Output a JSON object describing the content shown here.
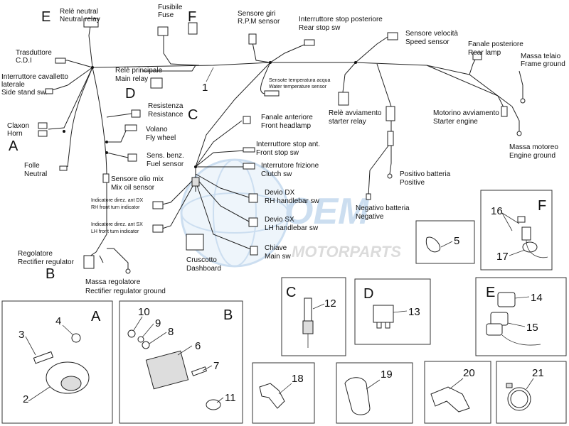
{
  "diagram": {
    "labels": {
      "tras_it": "Trasduttore",
      "tras_en": "C.D.I",
      "side_it1": "Interruttore cavalletto",
      "side_it2": "laterale",
      "side_en": "Side stand sw.",
      "horn_it": "Claxon",
      "horn_en": "Horn",
      "folle_it": "Folle",
      "folle_en": "Neutral",
      "neutral_relay_it": "Relè neutral",
      "neutral_relay_en": "Neutral relay",
      "fuse_it": "Fusibile",
      "fuse_en": "Fuse",
      "rpm_it": "Sensore giri",
      "rpm_en": "R.P.M sensor",
      "rearstop_it": "Interruttore stop posteriore",
      "rearstop_en": "Rear stop sw",
      "speed_it": "Sensore velocità",
      "speed_en": "Speed sensor",
      "rearlamp_it": "Fanale posteriore",
      "rearlamp_en": "Rear lamp",
      "frameground_it": "Massa telaio",
      "frameground_en": "Frame ground",
      "mainrelay_it": "Relè principale",
      "mainrelay_en": "Main relay",
      "watertemp_it": "Sensote temperatura acqua",
      "watertemp_en": "Water temperature sensor",
      "resistance_it": "Resistenza",
      "resistance_en": "Resistance",
      "flywheel_it": "Volano",
      "flywheel_en": "Fly wheel",
      "fuel_it": "Sens. benz.",
      "fuel_en": "Fuel sensor",
      "oil_it": "Sensore olio mix",
      "oil_en": "Mix oil sensor",
      "rh_ind_it": "Indicatore direz. ant DX",
      "rh_ind_en": "RH front turn indicator",
      "lh_ind_it": "Indicatore direz. ant SX",
      "lh_ind_en": "LH front turn indicator",
      "regulator_it": "Regolatore",
      "regulator_en": "Rectifier regulator",
      "regground_it": "Massa regolatore",
      "regground_en": "Rectifier regulator ground",
      "dashboard_it": "Cruscotto",
      "dashboard_en": "Dashboard",
      "headlamp_it": "Fanale anteriore",
      "headlamp_en": "Front headlamp",
      "frontstop_it": "Interruttore stop ant.",
      "frontstop_en": "Front stop sw",
      "clutch_it": "Interrutore frizione",
      "clutch_en": "Clutch sw",
      "devio_dx_it": "Devio DX",
      "devio_dx_en": "RH handlebar sw",
      "devio_sx_it": "Devio SX",
      "devio_sx_en": "LH handlebar sw",
      "key_it": "Chiave",
      "key_en": "Main sw",
      "starterrelay_it": "Relè avviamento",
      "starterrelay_en": "starter relay",
      "starter_it": "Motorino avviamento",
      "starter_en": "Starter engine",
      "engineground_it": "Massa motoreo",
      "engineground_en": "Engine ground",
      "battpos_it": "Positivo batteria",
      "battpos_en": "Positive",
      "battneg_it": "Negativo batteria",
      "battneg_en": "Negative"
    },
    "letters": {
      "A": "A",
      "B": "B",
      "C": "C",
      "D": "D",
      "E": "E",
      "F": "F"
    },
    "harness_number": "1",
    "watermark": {
      "line1": "OEM",
      "line2": "MOTORPARTS"
    },
    "panels": {
      "A": {
        "letter": "A",
        "numbers": [
          "2",
          "3",
          "4"
        ]
      },
      "B": {
        "letter": "B",
        "numbers": [
          "6",
          "7",
          "8",
          "9",
          "10",
          "11"
        ]
      },
      "C": {
        "letter": "C",
        "numbers": [
          "12"
        ]
      },
      "D": {
        "letter": "D",
        "numbers": [
          "13"
        ]
      },
      "E": {
        "letter": "E",
        "numbers": [
          "14",
          "15"
        ]
      },
      "F": {
        "letter": "F",
        "numbers": [
          "16",
          "17"
        ]
      },
      "p5": {
        "number": "5"
      },
      "p18": {
        "number": "18"
      },
      "p19": {
        "number": "19"
      },
      "p20": {
        "number": "20"
      },
      "p21": {
        "number": "21"
      }
    }
  }
}
